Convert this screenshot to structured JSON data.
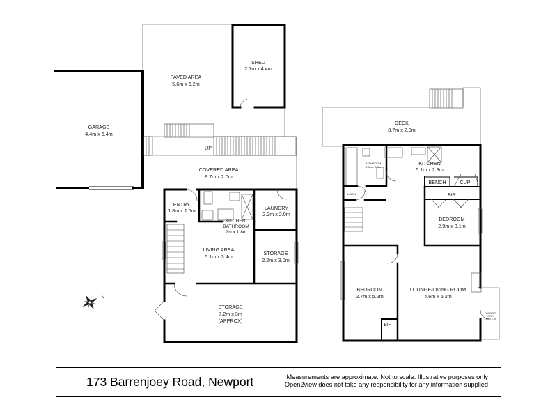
{
  "rooms": {
    "garage": {
      "name": "GARAGE",
      "size": "4.4m x 6.4m"
    },
    "paved_area": {
      "name": "PAVED AREA",
      "size": "5.6m x 6.2m"
    },
    "shed": {
      "name": "SHED",
      "size": "2.7m x 4.4m"
    },
    "up": "UP",
    "covered_area": {
      "name": "COVERED AREA",
      "size": "8.7m x 2.0m"
    },
    "entry": {
      "name": "ENTRY",
      "size": "1.8m x 1.5m"
    },
    "kitchen_bathroom": {
      "name": "KITCHEN/ BATHROOM",
      "size": "2m x 1.8m"
    },
    "laundry": {
      "name": "LAUNDRY",
      "size": "2.2m x 2.0m"
    },
    "living_area": {
      "name": "LIVING AREA",
      "size": "5.1m x 3.4m"
    },
    "storage_small": {
      "name": "STORAGE",
      "size": "2.2m x 3.0m"
    },
    "storage_large": {
      "name": "STORAGE",
      "size": "7.2m x 3m",
      "note": "(APPROX)"
    },
    "deck": {
      "name": "DECK",
      "size": "8.7m x 2.0m"
    },
    "bathroom": {
      "name": "BATHROOM",
      "size": "3.0m x 2.0m"
    },
    "kitchen": {
      "name": "KITCHEN",
      "size": "5.1m x 2.3m"
    },
    "bench": "BENCH",
    "cup": "CUP",
    "bir": "BIR",
    "bedroom_right": {
      "name": "BEDROOM",
      "size": "2.9m x 3.1m"
    },
    "linen": "LINEN",
    "bedroom_left": {
      "name": "BEDROOM",
      "size": "2.7m x 5.2m"
    },
    "lounge": {
      "name": "LOUNGE/LIVING ROOM",
      "size": "4.6m x 5.2m"
    },
    "bir_left": "BIR",
    "covered_entry": {
      "name": "COVERED ENTRY",
      "size": "1.6m x 2.3m"
    }
  },
  "compass_label": "N",
  "footer": {
    "address": "173 Barrenjoey Road, Newport",
    "disclaimer_line1": "Measurements are approximate. Not to scale. Illustrative purposes only",
    "disclaimer_line2": "Open2view does not take any responsibility for any information supplied"
  }
}
